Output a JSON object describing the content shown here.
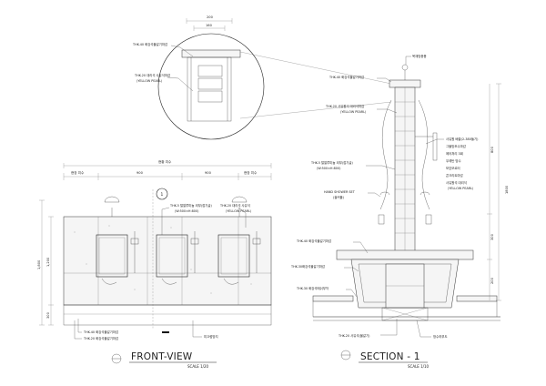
{
  "detail": {
    "dim_top": "200",
    "dim_inner": "160",
    "notes": {
      "frame": "THK-40 화강석물갈기마감",
      "panel": "THK-20 대리석 사유석마감",
      "panel_sub": "(YELLOW PEARL)"
    }
  },
  "front": {
    "overall_dim_label": "현황 치수",
    "dims_top": [
      "현장 치수",
      "900",
      "900",
      "현장 치수"
    ],
    "dims_left": [
      "1,800",
      "1,200",
      "300"
    ],
    "marker": "1",
    "notes": {
      "fixture": "THK-5 탈알루미늄 외부(접기글)",
      "fixture_sub": "(W:500×H:800)",
      "wall": "THK-20 대리석 사유석",
      "wall_sub": "(YELLOW PEARL)",
      "floor1": "THK-40 화강석물갈기마감",
      "floor2": "THK-20 화강석물갈기마감",
      "drain": "미끄럼방지",
      "base": "THK-40 화강석물갈기마감"
    },
    "title": "FRONT-VIEW",
    "scale": "SCALE  1/20"
  },
  "section": {
    "notes": {
      "top_cap": "목재방충용",
      "cap": "THK-40 화강석물갈기마감",
      "pillar": "THK-20 사유원석 대리석마감",
      "pillar_sub": "(YELLOW PEARL)",
      "fixture": "THK-5 탈알루미늄 외부(접기글)",
      "fixture_sub": "(W:500×H:800)",
      "shower": "HAND SHOWER SET",
      "shower_sub": "(홀커플)",
      "base_top": "THK-40 화강석물갈기마감",
      "base_mid": "THK-30화강석물갈기마감",
      "base_low": "THK-30 화강석메쉬부착",
      "bottom": "THK-20 사유석(물갈기)",
      "bottom2": "방수하부도"
    },
    "legend": [
      "사유원 배출(2-380돌기)",
      "그물망조수마감",
      "에어처리 3회",
      "우레탄 방수",
      "보호모르터",
      "콘크리트마감",
      "사유원석 대리석",
      "(YELLOW PEARL)"
    ],
    "dims_right": [
      "800",
      "1800",
      "300",
      "200"
    ],
    "title": "SECTION - 1",
    "scale": "SCALE  1/10"
  }
}
